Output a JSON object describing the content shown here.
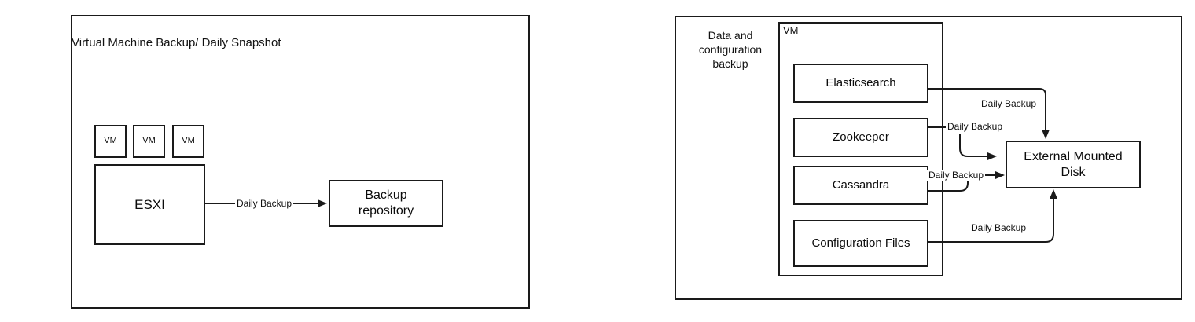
{
  "diagram": {
    "left_panel": {
      "title": "Virtual Machine Backup/ Daily Snapshot",
      "vm_boxes": [
        "VM",
        "VM",
        "VM"
      ],
      "esxi_label": "ESXI",
      "backup_repository_label": "Backup repository",
      "connector_label": "Daily Backup"
    },
    "right_panel": {
      "group_label": "Data and configuration backup",
      "vm_container_label": "VM",
      "services": [
        "Elasticsearch",
        "Zookeeper",
        "Cassandra",
        "Configuration Files"
      ],
      "external_disk_label": "External Mounted Disk",
      "connector_labels": [
        "Daily Backup",
        "Daily Backup",
        "Daily Backup",
        "Daily Backup"
      ]
    },
    "colors": {
      "background": "#ffffff",
      "stroke": "#1a1a1a",
      "text": "#111111"
    }
  }
}
